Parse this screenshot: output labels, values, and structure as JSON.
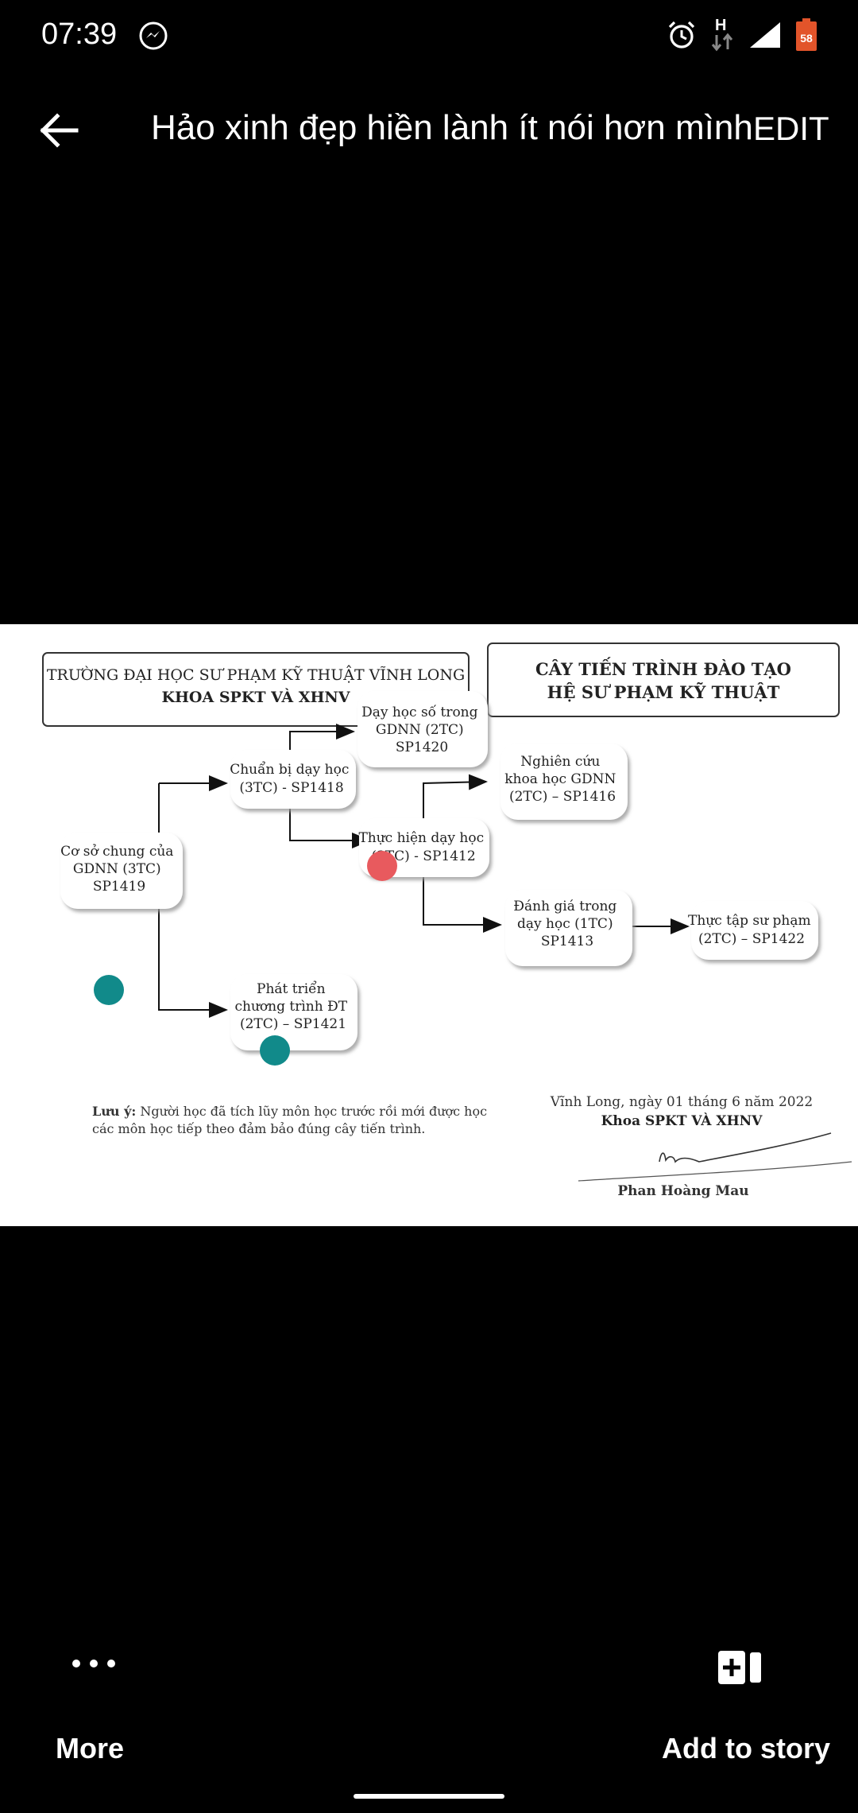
{
  "status_bar": {
    "time": "07:39",
    "network_label": "H",
    "battery_level": "58",
    "icons": [
      "messenger-icon",
      "alarm-icon",
      "network-h-icon",
      "signal-icon",
      "battery-icon"
    ]
  },
  "header": {
    "title": "Hảo xinh đẹp hiền lành ít nói hơn mình ...",
    "edit_label": "EDIT",
    "back_icon": "arrow-left-icon"
  },
  "document": {
    "school_name": "TRƯỜNG ĐẠI HỌC SƯ PHẠM KỸ THUẬT VĨNH LONG",
    "faculty_name": "KHOA SPKT VÀ XHNV",
    "title_line1": "CÂY TIẾN TRÌNH ĐÀO TẠO",
    "title_line2": "HỆ SƯ PHẠM KỸ THUẬT",
    "nodes": {
      "sp1419": [
        "Cơ sở chung của",
        "GDNN (3TC)",
        "SP1419"
      ],
      "sp1418": [
        "Chuẩn bị dạy học",
        "(3TC) - SP1418"
      ],
      "sp1421": [
        "Phát triển",
        "chương trình ĐT",
        "(2TC) – SP1421"
      ],
      "sp1420": [
        "Dạy học số trong",
        "GDNN (2TC)",
        "SP1420"
      ],
      "sp1412": [
        "Thực hiện dạy học",
        "(3TC) - SP1412"
      ],
      "sp1416": [
        "Nghiên cứu",
        "khoa học GDNN",
        "(2TC) – SP1416"
      ],
      "sp1413": [
        "Đánh giá trong",
        "dạy học (1TC)",
        "SP1413"
      ],
      "sp1422": [
        "Thực tập sư phạm",
        "(2TC) – SP1422"
      ]
    },
    "note_label": "Lưu ý:",
    "note_line1": " Người học đã tích lũy môn học trước rồi mới được học",
    "note_line2": "các môn học tiếp theo đảm bảo đúng cây tiến trình.",
    "place_date": "Vĩnh Long, ngày 01 tháng 6 năm 2022",
    "sign_faculty": "Khoa SPKT VÀ XHNV",
    "signer": "Phan Hoàng Mau",
    "marker_colors": {
      "red": "#e85a5e",
      "teal": "#118a8a"
    }
  },
  "actions": {
    "more_label": "More",
    "add_story_label": "Add to story",
    "more_icon": "more-dots-icon",
    "add_story_icon": "add-story-icon"
  }
}
